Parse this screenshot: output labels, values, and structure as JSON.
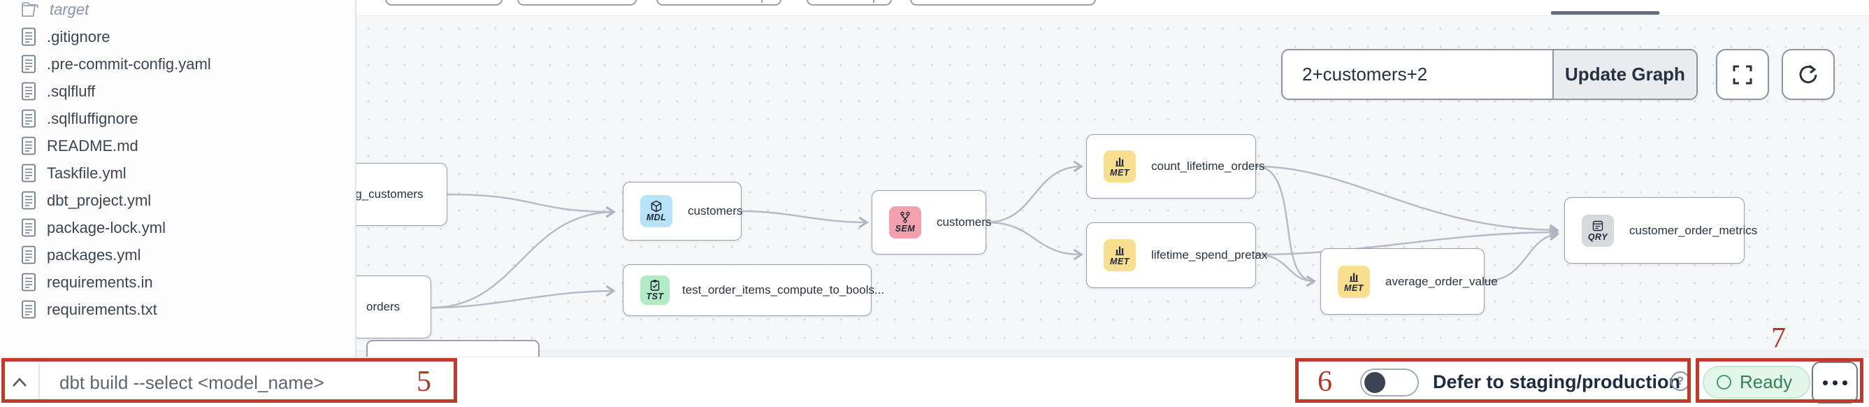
{
  "file_explorer": {
    "folder": {
      "name": "target"
    },
    "files": [
      ".gitignore",
      ".pre-commit-config.yaml",
      ".sqlfluff",
      ".sqlfluffignore",
      "README.md",
      "Taskfile.yml",
      "dbt_project.yml",
      "package-lock.yml",
      "packages.yml",
      "requirements.in",
      "requirements.txt"
    ]
  },
  "lineage": {
    "selector_value": "2+customers+2",
    "update_graph_label": "Update Graph",
    "nodes": [
      {
        "label": "stg_customers",
        "badge": ""
      },
      {
        "label": "orders",
        "badge": ""
      },
      {
        "label": "customers",
        "badge": "MDL"
      },
      {
        "label": "test_order_items_compute_to_bools...",
        "badge": "TST"
      },
      {
        "label": "customers",
        "badge": "SEM"
      },
      {
        "label": "count_lifetime_orders",
        "badge": "MET"
      },
      {
        "label": "lifetime_spend_pretax",
        "badge": "MET"
      },
      {
        "label": "average_order_value",
        "badge": "MET"
      },
      {
        "label": "customer_order_metrics",
        "badge": "QRY"
      }
    ]
  },
  "command_bar": {
    "placeholder": "dbt build --select <model_name>"
  },
  "footer": {
    "defer_label": "Defer to staging/production",
    "help_glyph": "?",
    "status_label": "Ready"
  },
  "annotations": {
    "box5": "5",
    "box6": "6",
    "box7": "7"
  },
  "colors": {
    "annotation_red": "#bf3a2b",
    "badge_mdl_blue": "#b7e2f8",
    "badge_tst_green": "#b0ebc6",
    "badge_sem_pink": "#f1a0ae",
    "badge_met_yellow": "#f7df8f",
    "badge_qry_gray": "#d8d9dc",
    "status_green_bg": "#e2f6ea",
    "status_green_text": "#35825a",
    "canvas_bg": "#f6f7f9"
  }
}
